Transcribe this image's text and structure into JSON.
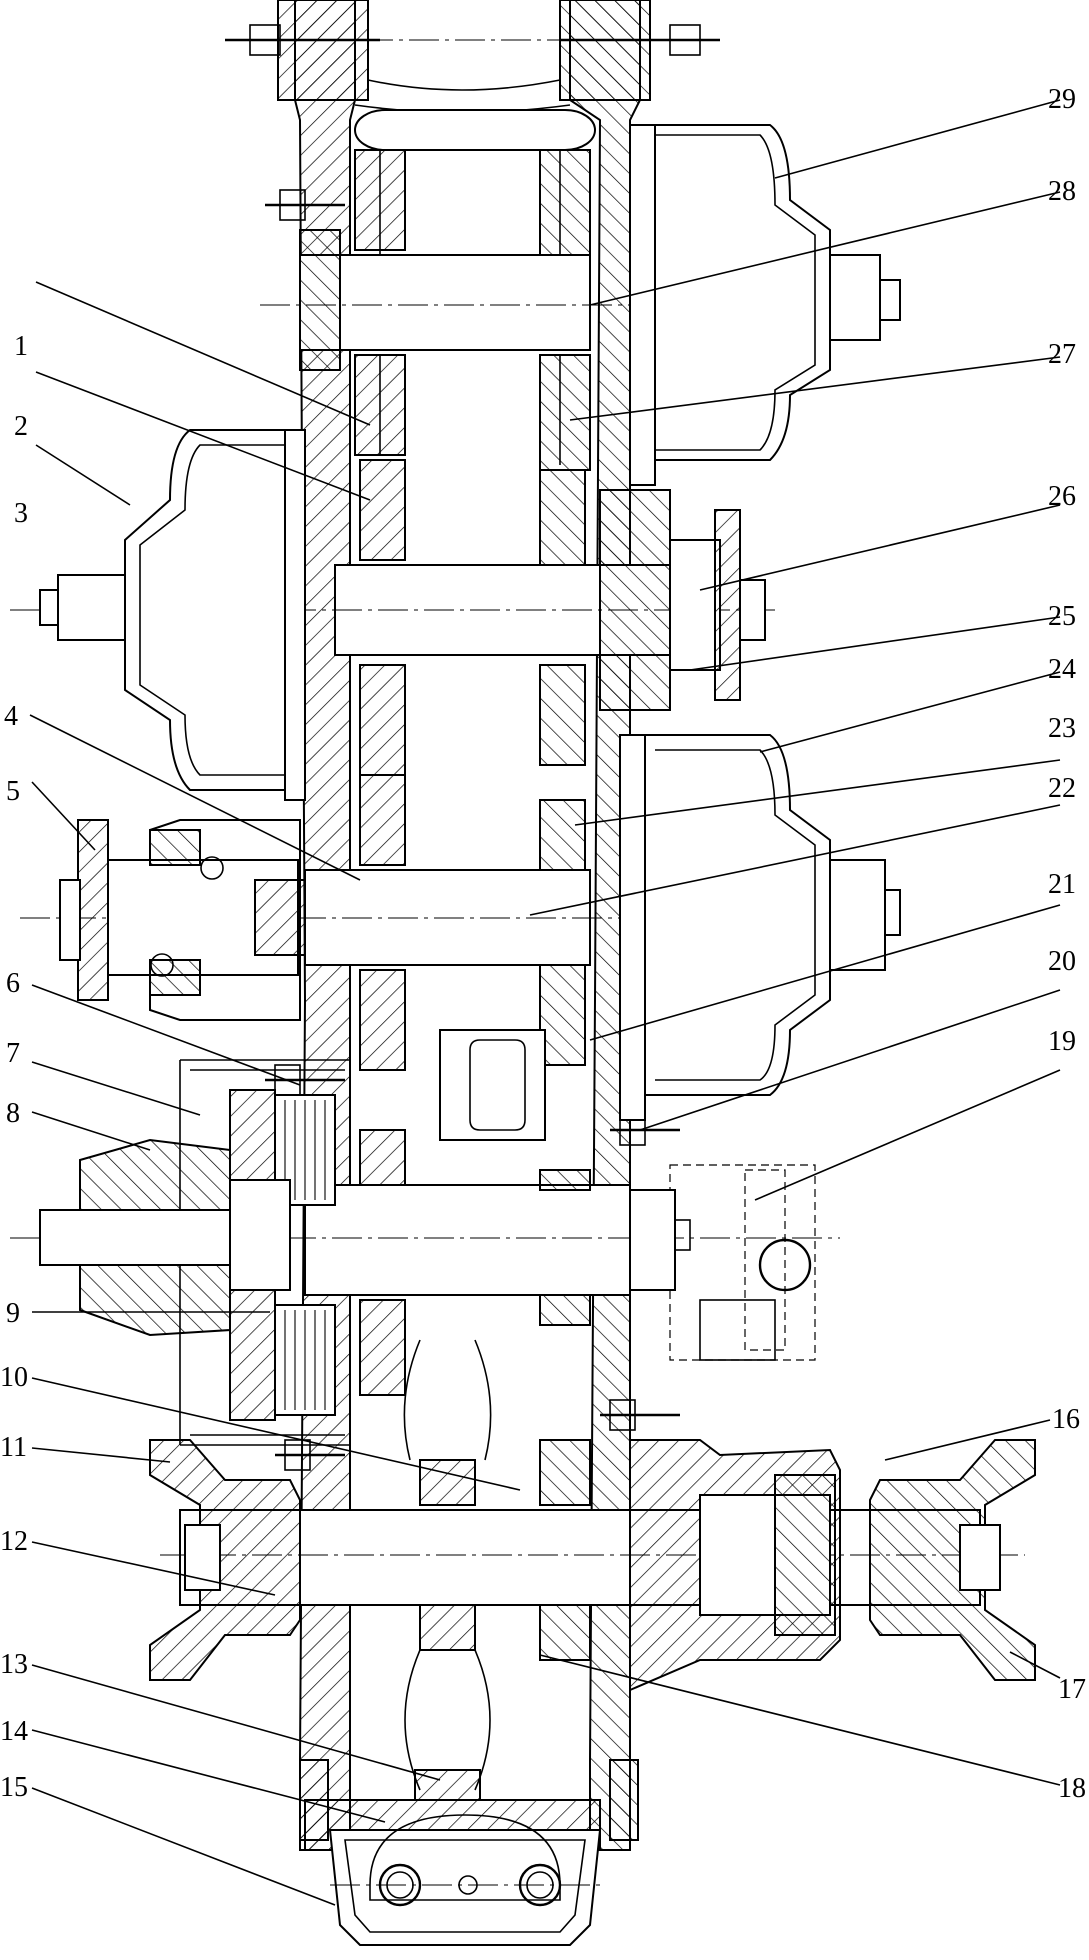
{
  "title": "",
  "labels": [
    {
      "text": "1"
    },
    {
      "text": "2"
    },
    {
      "text": "3"
    },
    {
      "text": "4"
    },
    {
      "text": "5"
    },
    {
      "text": "6"
    },
    {
      "text": "7"
    },
    {
      "text": "8"
    },
    {
      "text": "9"
    },
    {
      "text": "10"
    },
    {
      "text": "11"
    },
    {
      "text": "12"
    },
    {
      "text": "13"
    },
    {
      "text": "14"
    },
    {
      "text": "15"
    },
    {
      "text": "16"
    },
    {
      "text": "17"
    },
    {
      "text": "18"
    },
    {
      "text": "19"
    },
    {
      "text": "20"
    },
    {
      "text": "21"
    },
    {
      "text": "22"
    },
    {
      "text": "23"
    },
    {
      "text": "24"
    },
    {
      "text": "25"
    },
    {
      "text": "26"
    },
    {
      "text": "27"
    },
    {
      "text": "28"
    },
    {
      "text": "29"
    }
  ],
  "colors": {
    "ink": "#000000",
    "paper": "#ffffff"
  }
}
